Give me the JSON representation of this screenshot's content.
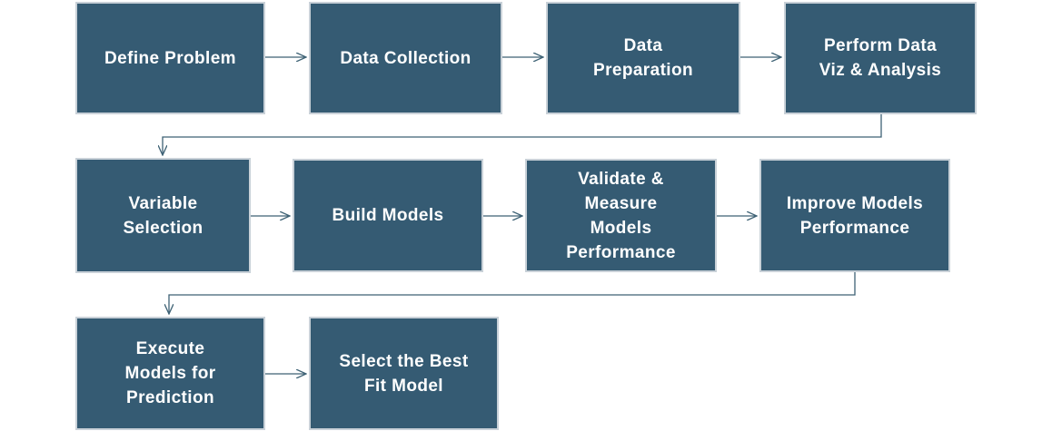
{
  "steps": [
    {
      "label": "Define Problem"
    },
    {
      "label": "Data Collection"
    },
    {
      "label": "Data\nPreparation"
    },
    {
      "label": "Perform Data\nViz & Analysis"
    },
    {
      "label": "Variable\nSelection"
    },
    {
      "label": "Build Models"
    },
    {
      "label": "Validate &\nMeasure\nModels\nPerformance"
    },
    {
      "label": "Improve Models\nPerformance"
    },
    {
      "label": "Execute\nModels for\nPrediction"
    },
    {
      "label": "Select the Best\nFit Model"
    }
  ],
  "colors": {
    "box_fill": "#355b73",
    "box_border": "#c9d1d8",
    "connector": "#3e6275",
    "text": "#ffffff"
  }
}
